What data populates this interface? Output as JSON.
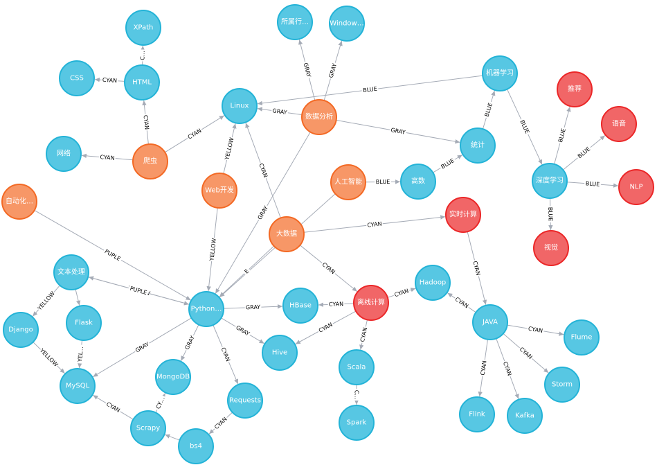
{
  "colors": {
    "blue_fill": "#57c7e3",
    "blue_stroke": "#23b3d7",
    "orange_fill": "#f79767",
    "orange_stroke": "#f36924",
    "red_fill": "#f16667",
    "red_stroke": "#eb2728",
    "edge": "#a5abb6"
  },
  "nodes": [
    {
      "id": "xpath",
      "label": "XPath",
      "kind": "blue"
    },
    {
      "id": "suoshu",
      "label": "所属行…",
      "kind": "blue"
    },
    {
      "id": "windows",
      "label": "Window…",
      "kind": "blue"
    },
    {
      "id": "css",
      "label": "CSS",
      "kind": "blue"
    },
    {
      "id": "html",
      "label": "HTML",
      "kind": "blue"
    },
    {
      "id": "jiqi",
      "label": "机器学习",
      "kind": "blue"
    },
    {
      "id": "tuijian",
      "label": "推荐",
      "kind": "red"
    },
    {
      "id": "linux",
      "label": "Linux",
      "kind": "blue"
    },
    {
      "id": "shuju",
      "label": "数据分析",
      "kind": "orange"
    },
    {
      "id": "yuyin",
      "label": "语音",
      "kind": "red"
    },
    {
      "id": "wangluo",
      "label": "网络",
      "kind": "blue"
    },
    {
      "id": "pachong",
      "label": "爬虫",
      "kind": "orange"
    },
    {
      "id": "tongji",
      "label": "统计",
      "kind": "blue"
    },
    {
      "id": "shendu",
      "label": "深度学习",
      "kind": "blue"
    },
    {
      "id": "nlp",
      "label": "NLP",
      "kind": "red"
    },
    {
      "id": "zidong",
      "label": "自动化…",
      "kind": "orange"
    },
    {
      "id": "webkf",
      "label": "Web开发",
      "kind": "orange"
    },
    {
      "id": "rengong",
      "label": "人工智能",
      "kind": "orange"
    },
    {
      "id": "gaoshu",
      "label": "高数",
      "kind": "blue"
    },
    {
      "id": "shishi",
      "label": "实时计算",
      "kind": "red"
    },
    {
      "id": "dashuju",
      "label": "大数据",
      "kind": "orange"
    },
    {
      "id": "shijue",
      "label": "视觉",
      "kind": "red"
    },
    {
      "id": "wenben",
      "label": "文本处理",
      "kind": "blue"
    },
    {
      "id": "hadoop",
      "label": "Hadoop",
      "kind": "blue"
    },
    {
      "id": "python",
      "label": "Python…",
      "kind": "blue"
    },
    {
      "id": "hbase",
      "label": "HBase",
      "kind": "blue"
    },
    {
      "id": "lixian",
      "label": "离线计算",
      "kind": "red"
    },
    {
      "id": "django",
      "label": "Django",
      "kind": "blue"
    },
    {
      "id": "flask",
      "label": "Flask",
      "kind": "blue"
    },
    {
      "id": "java",
      "label": "JAVA",
      "kind": "blue"
    },
    {
      "id": "flume",
      "label": "Flume",
      "kind": "blue"
    },
    {
      "id": "hive",
      "label": "Hive",
      "kind": "blue"
    },
    {
      "id": "scala",
      "label": "Scala",
      "kind": "blue"
    },
    {
      "id": "mongodb",
      "label": "MongoDB",
      "kind": "blue"
    },
    {
      "id": "mysql",
      "label": "MySQL",
      "kind": "blue"
    },
    {
      "id": "storm",
      "label": "Storm",
      "kind": "blue"
    },
    {
      "id": "requests",
      "label": "Requests",
      "kind": "blue"
    },
    {
      "id": "flink",
      "label": "Flink",
      "kind": "blue"
    },
    {
      "id": "kafka",
      "label": "Kafka",
      "kind": "blue"
    },
    {
      "id": "spark",
      "label": "Spark",
      "kind": "blue"
    },
    {
      "id": "scrapy",
      "label": "Scrapy",
      "kind": "blue"
    },
    {
      "id": "bs4",
      "label": "bs4",
      "kind": "blue"
    }
  ],
  "edges": [
    {
      "from": "html",
      "to": "xpath",
      "label": "C…"
    },
    {
      "from": "html",
      "to": "css",
      "label": "CYAN"
    },
    {
      "from": "pachong",
      "to": "html",
      "label": "CYAN"
    },
    {
      "from": "pachong",
      "to": "linux",
      "label": "CYAN"
    },
    {
      "from": "pachong",
      "to": "wangluo",
      "label": "CYAN"
    },
    {
      "from": "shuju",
      "to": "suoshu",
      "label": "GRAY"
    },
    {
      "from": "shuju",
      "to": "windows",
      "label": "GRAY"
    },
    {
      "from": "shuju",
      "to": "linux",
      "label": "GRAY"
    },
    {
      "from": "shuju",
      "to": "tongji",
      "label": "GRAY"
    },
    {
      "from": "shuju",
      "to": "python",
      "label": "GRAY"
    },
    {
      "from": "jiqi",
      "to": "linux",
      "label": "BLUE"
    },
    {
      "from": "jiqi",
      "to": "shendu",
      "label": "BLUE"
    },
    {
      "from": "tongji",
      "to": "jiqi",
      "label": "BLUE"
    },
    {
      "from": "gaoshu",
      "to": "tongji",
      "label": "BLUE"
    },
    {
      "from": "rengong",
      "to": "gaoshu",
      "label": "BLUE"
    },
    {
      "from": "rengong",
      "to": "python",
      "label": ""
    },
    {
      "from": "shendu",
      "to": "tuijian",
      "label": "BLUE"
    },
    {
      "from": "shendu",
      "to": "yuyin",
      "label": "BLUE"
    },
    {
      "from": "shendu",
      "to": "nlp",
      "label": "BLUE"
    },
    {
      "from": "shendu",
      "to": "shijue",
      "label": "BLUE"
    },
    {
      "from": "webkf",
      "to": "linux",
      "label": "YELLOW"
    },
    {
      "from": "webkf",
      "to": "python",
      "label": "YELLOW"
    },
    {
      "from": "dashuju",
      "to": "linux",
      "label": "CYAN"
    },
    {
      "from": "dashuju",
      "to": "shishi",
      "label": "CYAN"
    },
    {
      "from": "dashuju",
      "to": "lixian",
      "label": "CYAN"
    },
    {
      "from": "dashuju",
      "to": "python",
      "label": "E"
    },
    {
      "from": "zidong",
      "to": "python",
      "label": "PUPLE"
    },
    {
      "from": "python",
      "to": "wenben",
      "label": "YELLOW"
    },
    {
      "from": "wenben",
      "to": "python",
      "label": "PUPLE"
    },
    {
      "from": "python",
      "to": "hbase",
      "label": "GRAY"
    },
    {
      "from": "python",
      "to": "hive",
      "label": "GRAY"
    },
    {
      "from": "python",
      "to": "mysql",
      "label": "GRAY"
    },
    {
      "from": "python",
      "to": "mongodb",
      "label": "GRAY"
    },
    {
      "from": "python",
      "to": "requests",
      "label": "CYAN"
    },
    {
      "from": "wenben",
      "to": "django",
      "label": "YELLOW"
    },
    {
      "from": "wenben",
      "to": "flask",
      "label": ""
    },
    {
      "from": "django",
      "to": "mysql",
      "label": "YELLOW"
    },
    {
      "from": "flask",
      "to": "mysql",
      "label": "YEL…"
    },
    {
      "from": "lixian",
      "to": "hbase",
      "label": "CYAN"
    },
    {
      "from": "lixian",
      "to": "hadoop",
      "label": "CYAN"
    },
    {
      "from": "lixian",
      "to": "hive",
      "label": "CYAN"
    },
    {
      "from": "lixian",
      "to": "scala",
      "label": "CYAN"
    },
    {
      "from": "scala",
      "to": "spark",
      "label": "C…"
    },
    {
      "from": "shishi",
      "to": "java",
      "label": "CYAN"
    },
    {
      "from": "java",
      "to": "hadoop",
      "label": "CYAN"
    },
    {
      "from": "java",
      "to": "flume",
      "label": "CYAN"
    },
    {
      "from": "java",
      "to": "storm",
      "label": "CYAN"
    },
    {
      "from": "java",
      "to": "kafka",
      "label": "CYAN"
    },
    {
      "from": "java",
      "to": "flink",
      "label": "CYAN"
    },
    {
      "from": "scrapy",
      "to": "mysql",
      "label": "CYAN"
    },
    {
      "from": "scrapy",
      "to": "mongodb",
      "label": "CY…"
    },
    {
      "from": "bs4",
      "to": "scrapy",
      "label": ""
    },
    {
      "from": "requests",
      "to": "bs4",
      "label": "CYAN"
    }
  ]
}
